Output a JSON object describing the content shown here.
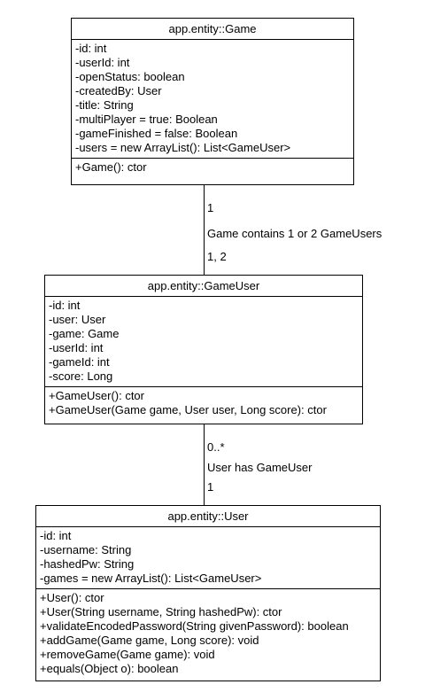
{
  "classes": {
    "game": {
      "title": "app.entity::Game",
      "attributes": [
        "-id: int",
        "-userId: int",
        "-openStatus: boolean",
        "-createdBy: User",
        "-title: String",
        "-multiPlayer = true: Boolean",
        "-gameFinished = false: Boolean",
        "-users = new ArrayList(): List<GameUser>"
      ],
      "operations": [
        "+Game(): ctor"
      ]
    },
    "gameuser": {
      "title": "app.entity::GameUser",
      "attributes": [
        "-id: int",
        "-user: User",
        "-game: Game",
        "-userId: int",
        "-gameId: int",
        "-score: Long"
      ],
      "operations": [
        "+GameUser(): ctor",
        "+GameUser(Game game, User user, Long score): ctor"
      ]
    },
    "user": {
      "title": "app.entity::User",
      "attributes": [
        "-id: int",
        "-username: String",
        "-hashedPw: String",
        "-games = new ArrayList(): List<GameUser>"
      ],
      "operations": [
        "+User(): ctor",
        "+User(String username, String hashedPw): ctor",
        "+validateEncodedPassword(String givenPassword): boolean",
        "+addGame(Game game, Long score): void",
        "+removeGame(Game game): void",
        "+equals(Object o): boolean"
      ]
    }
  },
  "associations": {
    "game_gameuser": {
      "source_multiplicity": "1",
      "label": "Game contains 1 or 2 GameUsers",
      "target_multiplicity": "1, 2"
    },
    "gameuser_user": {
      "source_multiplicity": "0..*",
      "label": "User has GameUser",
      "target_multiplicity": "1"
    }
  }
}
